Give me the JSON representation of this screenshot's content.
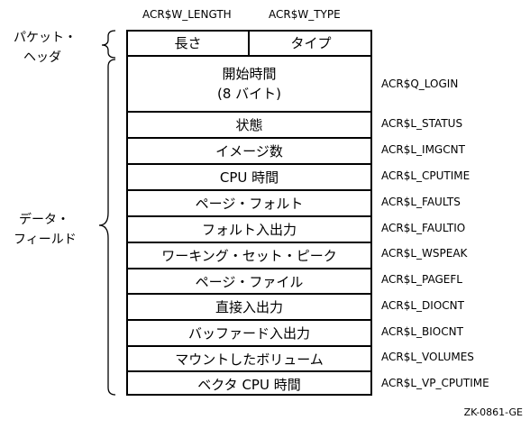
{
  "top_labels": {
    "length": "ACR$W_LENGTH",
    "type": "ACR$W_TYPE"
  },
  "header": {
    "group_label_line1": "パケット・",
    "group_label_line2": "ヘッダ",
    "length_cell": "長さ",
    "type_cell": "タイプ"
  },
  "data_group": {
    "label_line1": "データ・",
    "label_line2": "フィールド"
  },
  "rows": [
    {
      "label": "開始時間",
      "sub": "(8 バイト)",
      "field": "ACR$Q_LOGIN"
    },
    {
      "label": "状態",
      "field": "ACR$L_STATUS"
    },
    {
      "label": "イメージ数",
      "field": "ACR$L_IMGCNT"
    },
    {
      "label": "CPU 時間",
      "field": "ACR$L_CPUTIME"
    },
    {
      "label": "ページ・フォルト",
      "field": "ACR$L_FAULTS"
    },
    {
      "label": "フォルト入出力",
      "field": "ACR$L_FAULTIO"
    },
    {
      "label": "ワーキング・セット・ピーク",
      "field": "ACR$L_WSPEAK"
    },
    {
      "label": "ページ・ファイル",
      "field": "ACR$L_PAGEFL"
    },
    {
      "label": "直接入出力",
      "field": "ACR$L_DIOCNT"
    },
    {
      "label": "バッファード入出力",
      "field": "ACR$L_BIOCNT"
    },
    {
      "label": "マウントしたボリューム",
      "field": "ACR$L_VOLUMES"
    },
    {
      "label": "ベクタ CPU 時間",
      "field": "ACR$L_VP_CPUTIME"
    }
  ],
  "figure_id": "ZK-0861-GE"
}
